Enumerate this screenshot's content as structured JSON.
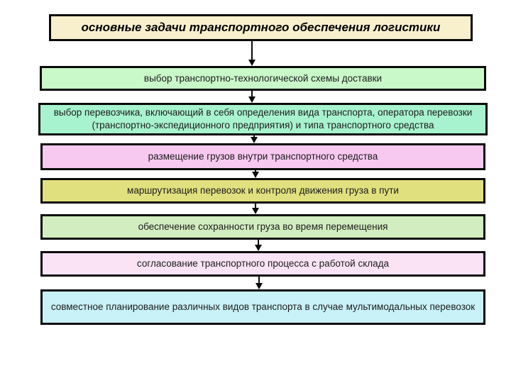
{
  "diagram": {
    "title": {
      "label": "основные задачи транспортного обеспечения логистики",
      "bg": "#f8f0cd"
    },
    "boxes": [
      {
        "label": "выбор транспортно-технологической схемы доставки",
        "bg": "#c9f8c9"
      },
      {
        "label": "выбор перевозчика, включающий в себя определения вида транспорта, оператора перевозки (транспортно-экспедиционного предприятия) и типа транспортного средства",
        "bg": "#a7f3cf"
      },
      {
        "label": "размещение грузов внутри транспортного средства",
        "bg": "#f7c8f0"
      },
      {
        "label": "маршрутизация перевозок и контроля движения груза в пути",
        "bg": "#e1e07e"
      },
      {
        "label": "обеспечение сохранности груза во время перемещения",
        "bg": "#d2edbf"
      },
      {
        "label": "согласование транспортного процесса с работой склада",
        "bg": "#fae3f4"
      },
      {
        "label": "совместное планирование различных видов транспорта в случае мультимодальных перевозок",
        "bg": "#c8f1f8"
      }
    ],
    "arrow_color": "#0a0a0a"
  }
}
